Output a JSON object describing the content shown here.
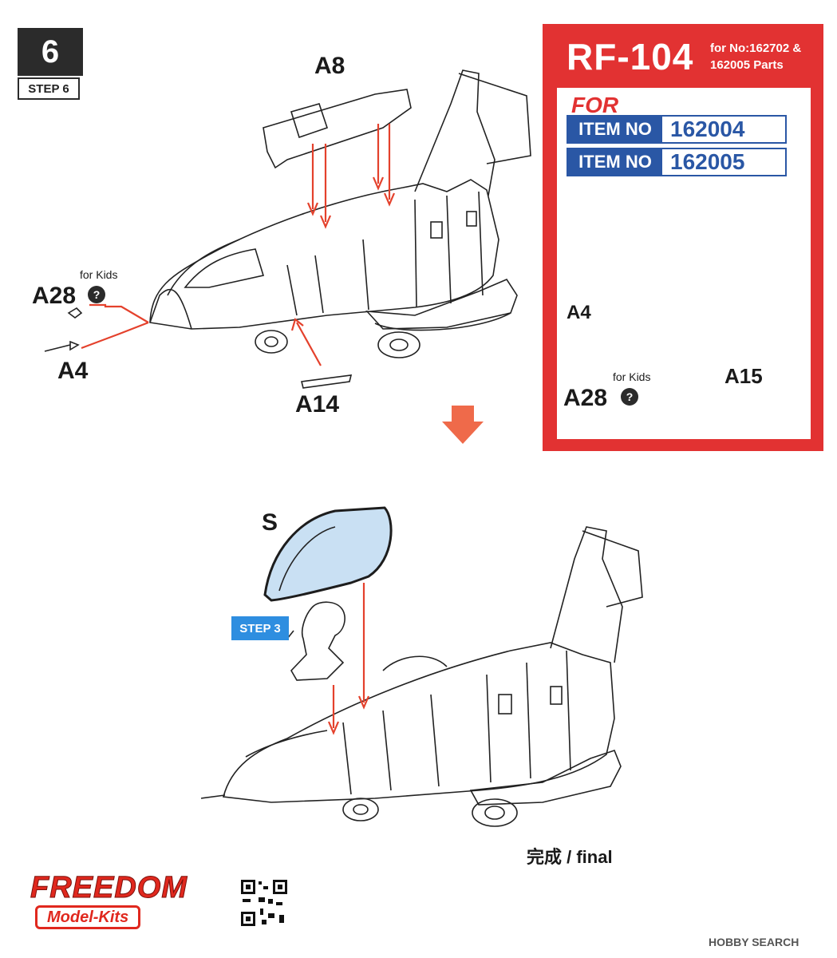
{
  "step": {
    "number": "6",
    "label": "STEP 6"
  },
  "parts": {
    "a8": "A8",
    "a28": "A28",
    "a4": "A4",
    "a14": "A14",
    "s": "S",
    "for_kids": "for Kids",
    "help_mark": "?"
  },
  "variant_panel": {
    "title": "RF-104",
    "subtitle_line1": "for No:162702 &",
    "subtitle_line2": "162005 Parts",
    "for_label": "FOR",
    "item_tag": "ITEM NO",
    "items": [
      "162004",
      "162005"
    ],
    "a4": "A4",
    "a28": "A28",
    "a15": "A15",
    "for_kids": "for Kids",
    "help_mark": "?"
  },
  "step3_badge": "STEP 3",
  "final_label": "完成 / final",
  "brand": {
    "line1": "FREEDOM",
    "line2": "Model-Kits"
  },
  "watermark": "HOBBY SEARCH",
  "colors": {
    "red_panel": "#e23232",
    "blue": "#2a57a5",
    "canopy": "#c9e0f3",
    "arrow": "#e4412c"
  }
}
